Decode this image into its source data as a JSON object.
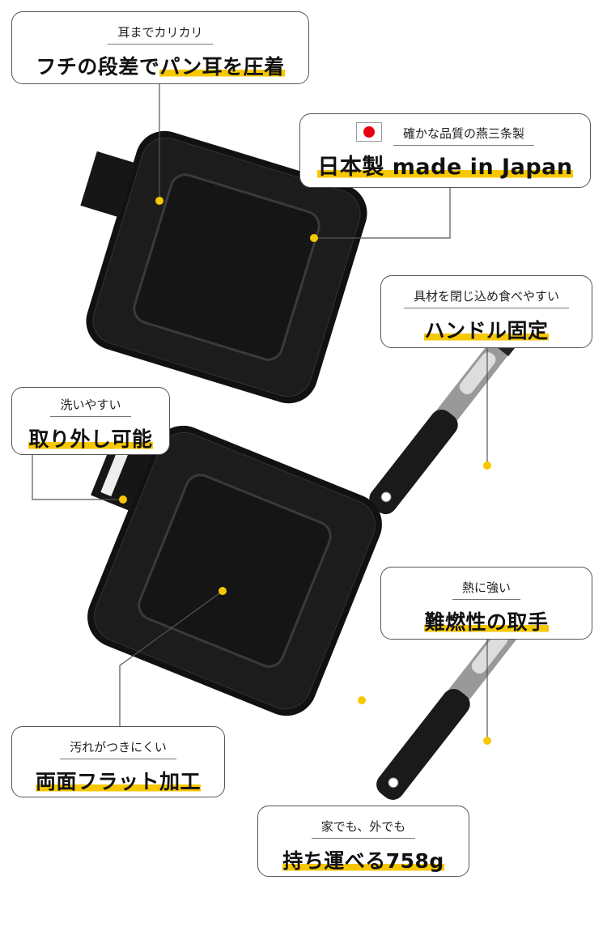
{
  "colors": {
    "accent": "#f7c800",
    "flag_red": "#e60012"
  },
  "callouts": [
    {
      "sub": "耳までカリカリ",
      "main_plain": "フチの段差で",
      "main_hl": "パン耳を圧着"
    },
    {
      "icon": "japan-flag-icon",
      "sub": "確かな品質の燕三条製",
      "main_hl": "日本製 made in Japan"
    },
    {
      "sub": "具材を閉じ込め食べやすい",
      "main_hl": "ハンドル固定"
    },
    {
      "sub": "洗いやすい",
      "main_hl": "取り外し可能"
    },
    {
      "sub": "熱に強い",
      "main_hl": "難燃性の取手"
    },
    {
      "sub": "汚れがつきにくい",
      "main_hl": "両面フラット加工"
    },
    {
      "sub": "家でも、外でも",
      "main_hl": "持ち運べる758g"
    }
  ]
}
